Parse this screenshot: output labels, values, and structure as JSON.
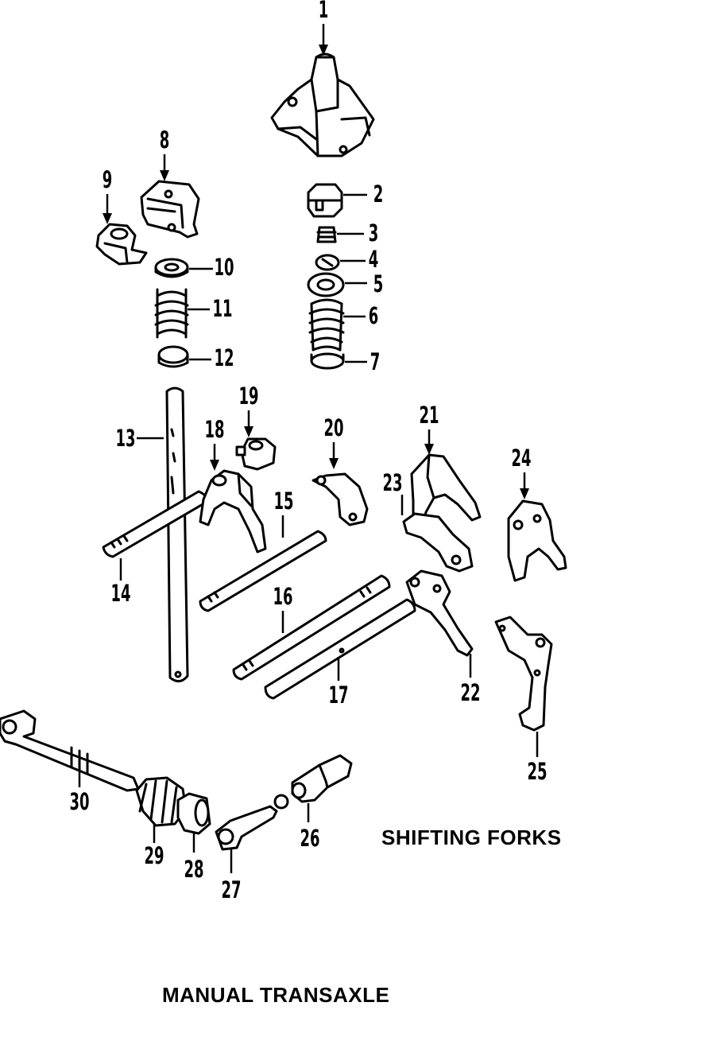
{
  "captions": {
    "section": "SHIFTING FORKS",
    "title": "MANUAL TRANSAXLE"
  },
  "callouts": [
    "1",
    "2",
    "3",
    "4",
    "5",
    "6",
    "7",
    "8",
    "9",
    "10",
    "11",
    "12",
    "13",
    "14",
    "15",
    "16",
    "17",
    "18",
    "19",
    "20",
    "21",
    "22",
    "23",
    "24",
    "25",
    "26",
    "27",
    "28",
    "29",
    "30"
  ],
  "colors": {
    "ink": "#000000",
    "paper": "#ffffff"
  }
}
